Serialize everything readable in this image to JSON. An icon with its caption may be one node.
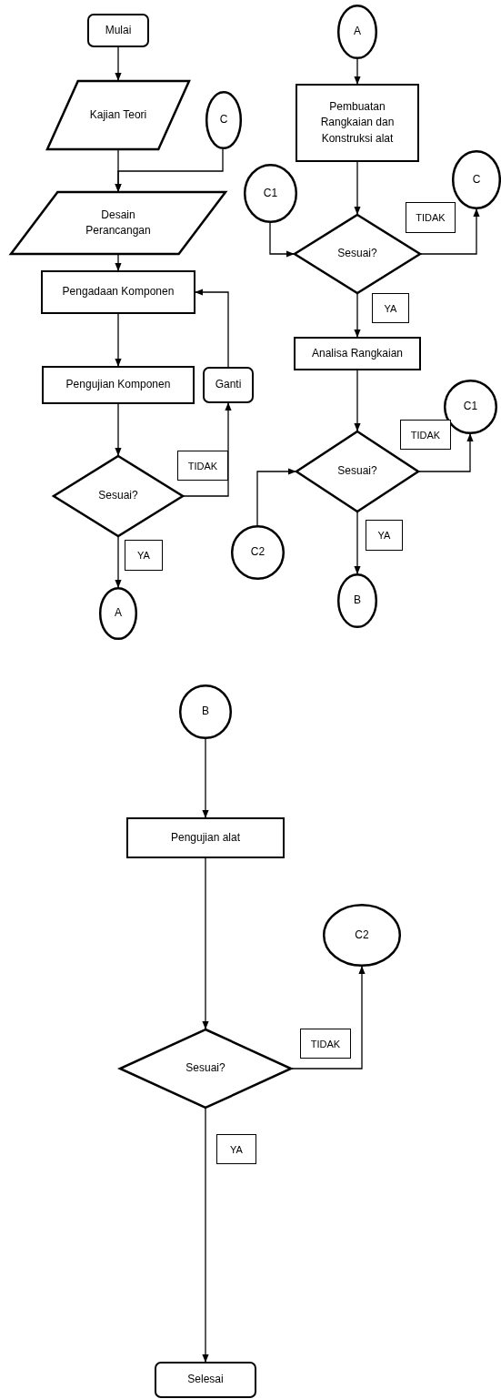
{
  "diagram": {
    "nodes": [
      {
        "text": [
          "Mulai"
        ]
      },
      {
        "text": [
          "Kajian Teori"
        ]
      },
      {
        "text": [
          "C"
        ]
      },
      {
        "text": [
          "Desain Perancangan"
        ]
      },
      {
        "text": [
          "Pengadaan Komponen"
        ]
      },
      {
        "text": [
          "Pengujian Komponen"
        ]
      },
      {
        "text": [
          "Ganti"
        ]
      },
      {
        "text": [
          "Sesuai?"
        ]
      },
      {
        "text": [
          "A"
        ]
      },
      {
        "text": [
          "A"
        ]
      },
      {
        "text": [
          "Pembuatan Rangkaian dan Konstruksi alat"
        ]
      },
      {
        "text": [
          "C1"
        ]
      },
      {
        "text": [
          "C"
        ]
      },
      {
        "text": [
          "Sesuai?"
        ]
      },
      {
        "text": [
          "Analisa Rangkaian"
        ]
      },
      {
        "text": [
          "C1"
        ]
      },
      {
        "text": [
          "Sesuai?"
        ]
      },
      {
        "text": [
          "C2"
        ]
      },
      {
        "text": [
          "B"
        ]
      },
      {
        "text": [
          "B"
        ]
      },
      {
        "text": [
          "Pengujian alat"
        ]
      },
      {
        "text": [
          "C2"
        ]
      },
      {
        "text": [
          "Sesuai?"
        ]
      },
      {
        "text": [
          "Selesai"
        ]
      }
    ],
    "edges": [
      {
        "from": 0,
        "to": 1,
        "arrow": "to"
      },
      {
        "from": 1,
        "to": 3,
        "arrow": "to"
      },
      {
        "from": 2,
        "to": 3,
        "arrow": "to"
      },
      {
        "from": 3,
        "to": 4,
        "arrow": "to"
      },
      {
        "from": 4,
        "to": 5,
        "arrow": "to"
      },
      {
        "from": 5,
        "to": 7,
        "arrow": "to"
      },
      {
        "from": 7,
        "to": 6,
        "arrow": "to",
        "label": "TIDAK"
      },
      {
        "from": 6,
        "to": 4,
        "arrow": "to"
      },
      {
        "from": 7,
        "to": 8,
        "arrow": "to",
        "label": "YA"
      },
      {
        "from": 9,
        "to": 10,
        "arrow": "to"
      },
      {
        "from": 10,
        "to": 13,
        "arrow": "to"
      },
      {
        "from": 11,
        "to": 13,
        "arrow": "to"
      },
      {
        "from": 13,
        "to": 12,
        "arrow": "to",
        "label": "TIDAK"
      },
      {
        "from": 13,
        "to": 14,
        "arrow": "to",
        "label": "YA"
      },
      {
        "from": 14,
        "to": 16,
        "arrow": "to"
      },
      {
        "from": 16,
        "to": 15,
        "arrow": "to",
        "label": "TIDAK"
      },
      {
        "from": 17,
        "to": 16,
        "arrow": "to"
      },
      {
        "from": 16,
        "to": 18,
        "arrow": "to",
        "label": "YA"
      },
      {
        "from": 19,
        "to": 20,
        "arrow": "to"
      },
      {
        "from": 20,
        "to": 22,
        "arrow": "to"
      },
      {
        "from": 22,
        "to": 21,
        "arrow": "to",
        "label": "TIDAK"
      },
      {
        "from": 22,
        "to": 23,
        "arrow": "to",
        "label": "YA"
      }
    ]
  }
}
